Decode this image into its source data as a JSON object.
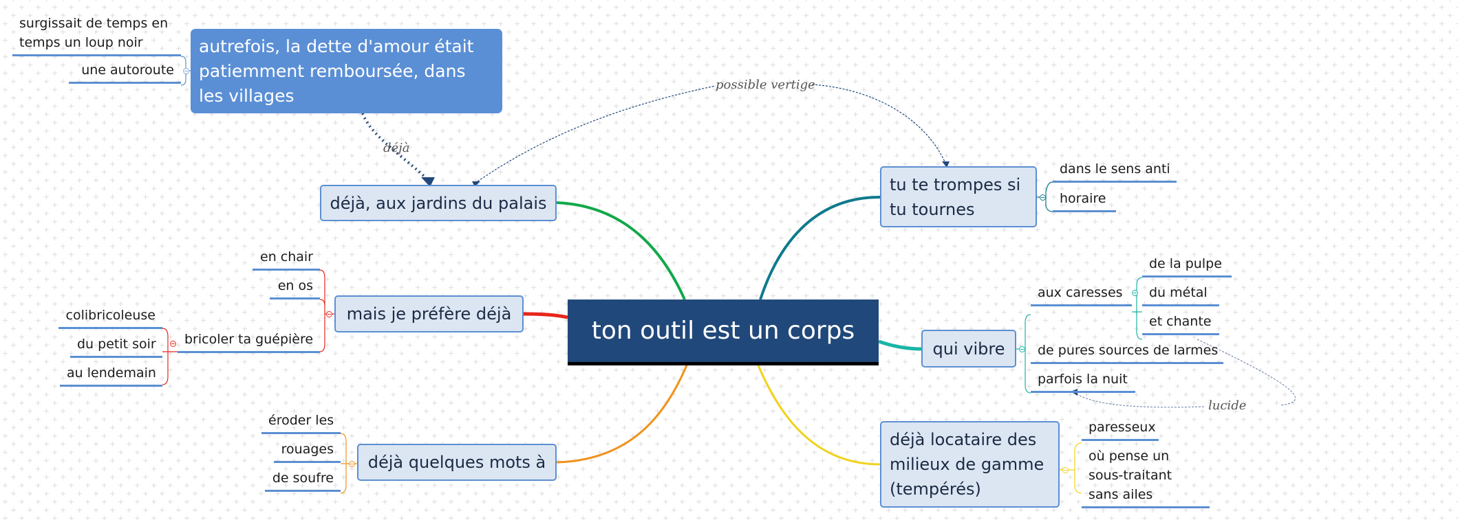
{
  "central": {
    "label": "ton outil est un corps",
    "bg": "#21487a"
  },
  "floating": {
    "label": "autrefois, la dette d'amour était patiemment remboursée, dans les villages",
    "children": [
      "surgissait de temps en temps un loup noir",
      "une autoroute"
    ]
  },
  "branches": {
    "jardins": {
      "label": "déjà, aux jardins du palais",
      "color": "#12a84a"
    },
    "prefere": {
      "label": "mais je préfère déjà",
      "color": "#e8261c",
      "children": [
        "en chair",
        "en os",
        "bricoler ta guépière"
      ],
      "grandchildren": [
        "colibricoleuse",
        "du petit soir",
        "au lendemain"
      ]
    },
    "mots": {
      "label": "déjà quelques mots à",
      "color": "#f0921d",
      "children": [
        "éroder les",
        "rouages",
        "de soufre"
      ]
    },
    "trompes": {
      "label": "tu te trompes si tu tournes",
      "color": "#0e7a8c",
      "children": [
        "dans le sens anti",
        "horaire"
      ]
    },
    "vibre": {
      "label": "qui vibre",
      "color": "#19b5a5",
      "children": [
        "aux caresses",
        "de pures sources de larmes",
        "parfois la nuit"
      ],
      "grandchildren": [
        "de la pulpe",
        "du métal",
        "et chante"
      ]
    },
    "locataire": {
      "label": "déjà locataire des milieux de gamme (tempérés)",
      "color": "#f2d21a",
      "children": [
        "paresseux",
        "où pense un sous-traitant sans ailes"
      ]
    }
  },
  "relationships": {
    "deja": "déjà",
    "possible_vertige": "possible vertige",
    "lucide": "lucide"
  }
}
